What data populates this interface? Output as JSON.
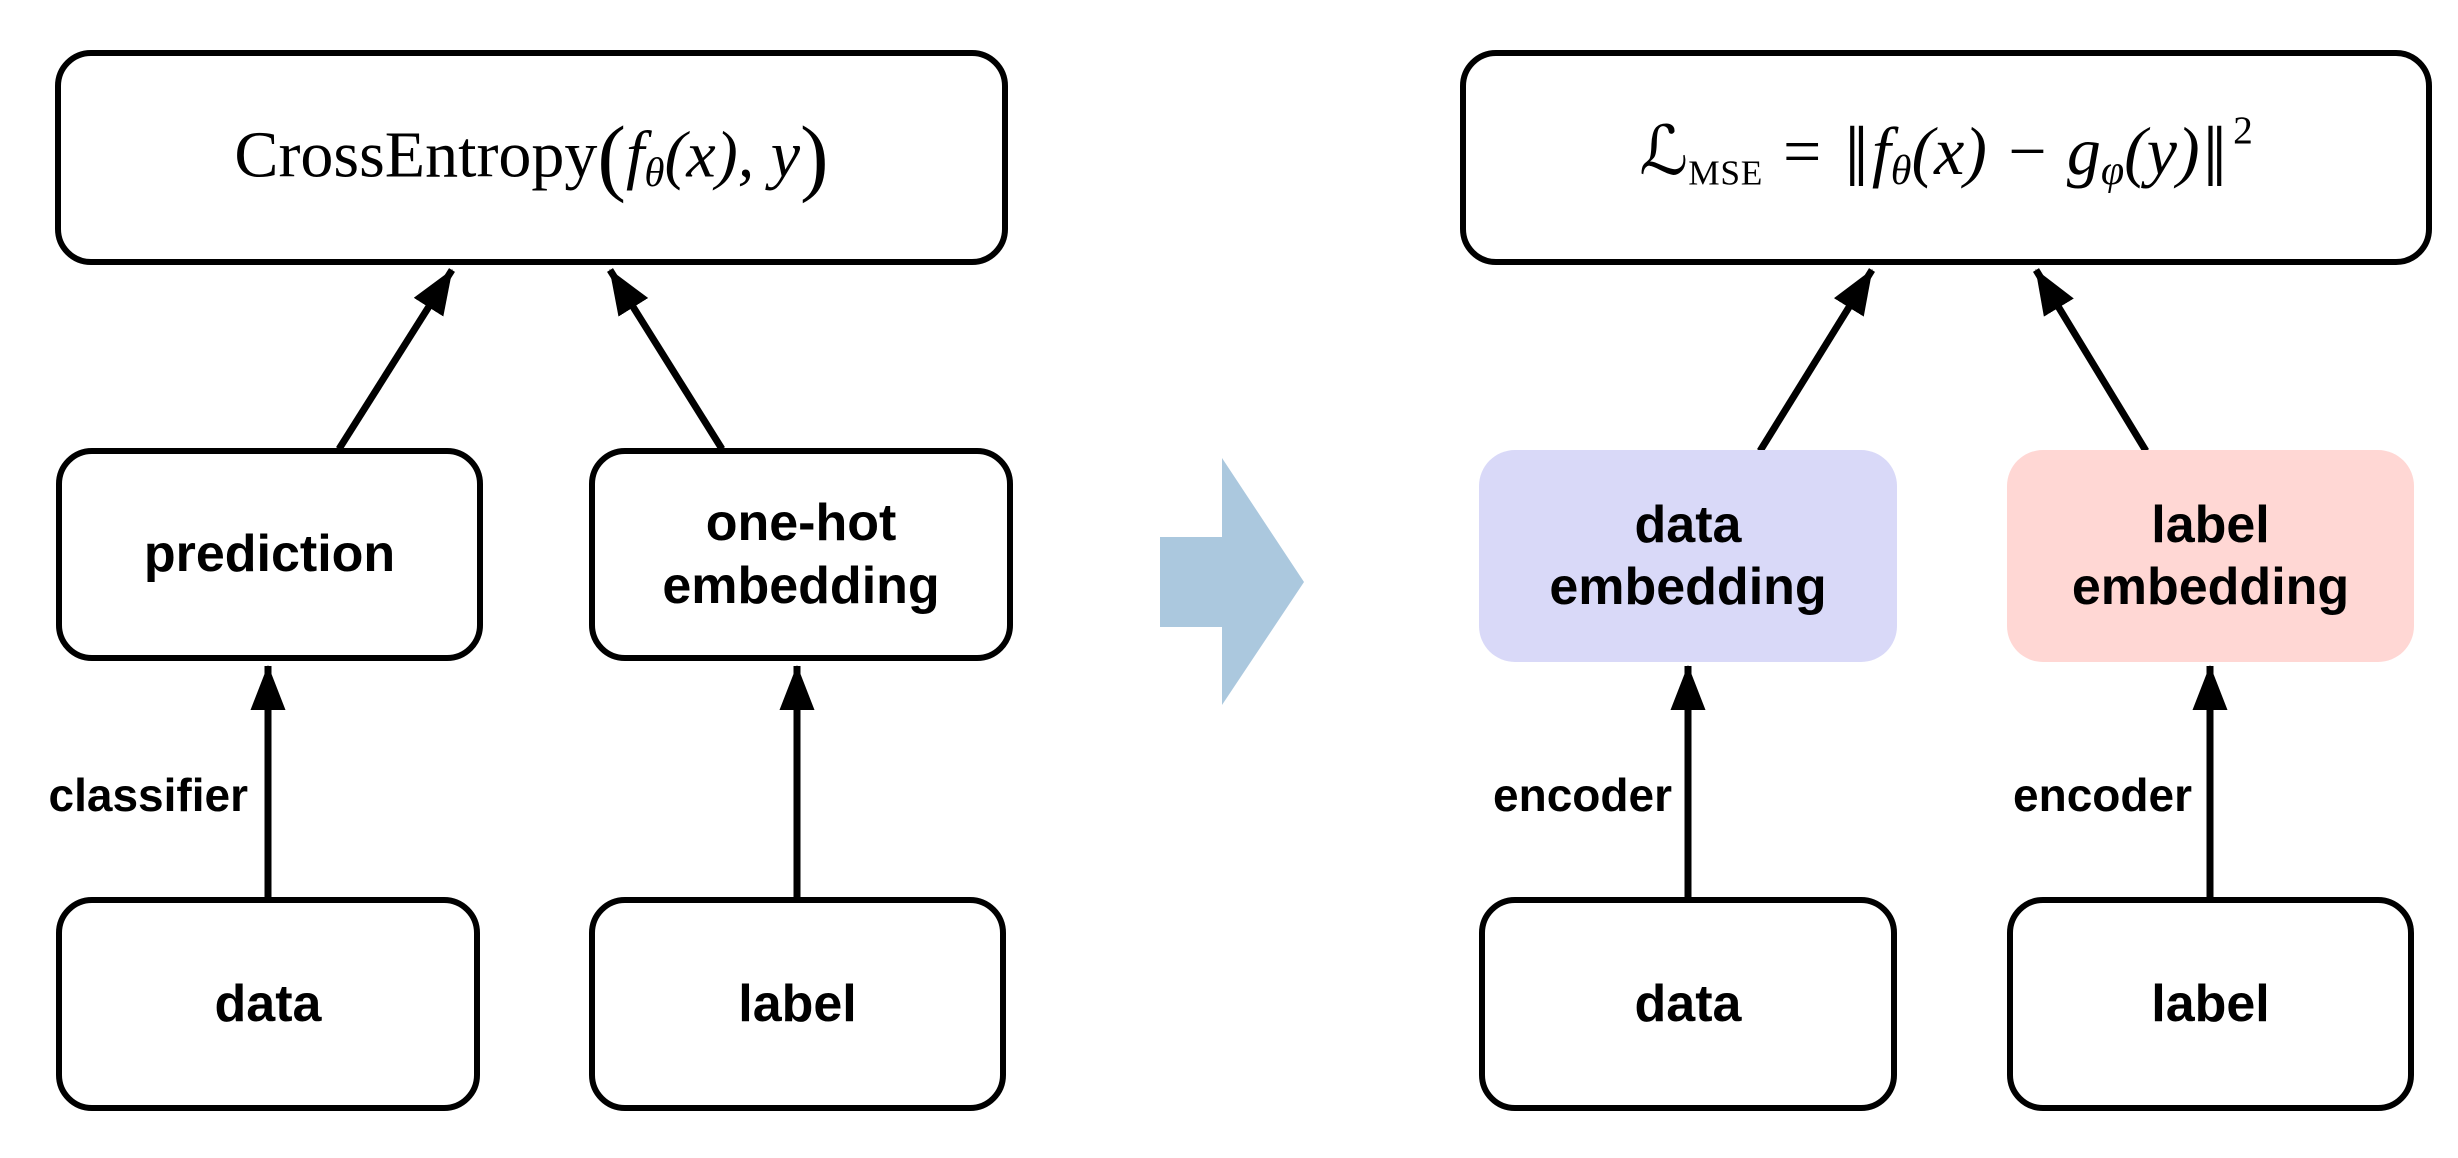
{
  "colors": {
    "background": "#ffffff",
    "line_color": "#000000",
    "data_embedding_fill": "#d9d9f8",
    "label_embedding_fill": "#ffd7d4",
    "transform_arrow_fill": "#abc8de"
  },
  "left_panel": {
    "loss_formula": {
      "text": "CrossEntropy(fθ(x), y)",
      "fn": "CrossEntropy",
      "lp": "(",
      "f": "f",
      "f_sub": "θ",
      "args": "(x), y",
      "rp": ")"
    },
    "prediction_box": "prediction",
    "one_hot_box": "one-hot embedding",
    "data_box": "data",
    "label_box": "label",
    "classifier_label": "classifier"
  },
  "right_panel": {
    "loss_formula": {
      "text": "ℒMSE = ‖fθ(x) − gφ(y)‖²",
      "L": "ℒ",
      "L_sub": "MSE",
      "eq": "=",
      "lnorm": "‖",
      "f": "f",
      "f_sub": "θ",
      "mid": "(x) − ",
      "g": "g",
      "g_sub": "φ",
      "args": "(y)",
      "rnorm": "‖",
      "sup": "2"
    },
    "data_embedding_box": "data embedding",
    "label_embedding_box": "label embedding",
    "data_box": "data",
    "label_box": "label",
    "encoder_label_1": "encoder",
    "encoder_label_2": "encoder"
  }
}
